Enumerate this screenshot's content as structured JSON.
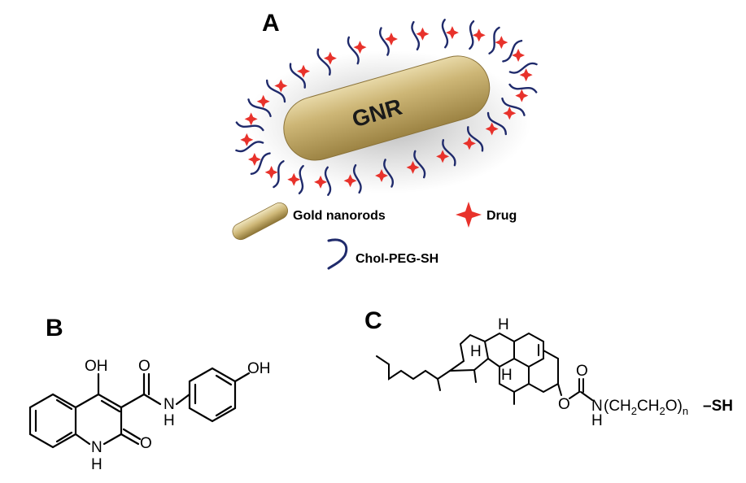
{
  "panels": {
    "a": "A",
    "b": "B",
    "c": "C"
  },
  "nanorod_label": "GNR",
  "legend": {
    "gold_nanorods": "Gold nanorods",
    "drug": "Drug",
    "chol_peg_sh": "Chol-PEG-SH"
  },
  "molecule_b": {
    "oh_top": "OH",
    "o_amide": "O",
    "oh_phenol": "OH",
    "nh_amide_n": "N",
    "nh_amide_h": "H",
    "nh_ring_n": "N",
    "nh_ring_h": "H",
    "o_ring": "O"
  },
  "molecule_c": {
    "h1": "H",
    "h2": "H",
    "h3": "H",
    "o_ester": "O",
    "o_carbonyl": "O",
    "n_label": "N",
    "h_label": "H",
    "chain": "(CH",
    "sub2a": "2",
    "ch2o": "CH",
    "sub2b": "2",
    "o_end": "O)",
    "sub_n": "n",
    "sh": "–SH"
  },
  "colors": {
    "gold": "#c9b26b",
    "chain": "#1f2a6b",
    "drug": "#e8322b",
    "sh": "#3344aa"
  }
}
